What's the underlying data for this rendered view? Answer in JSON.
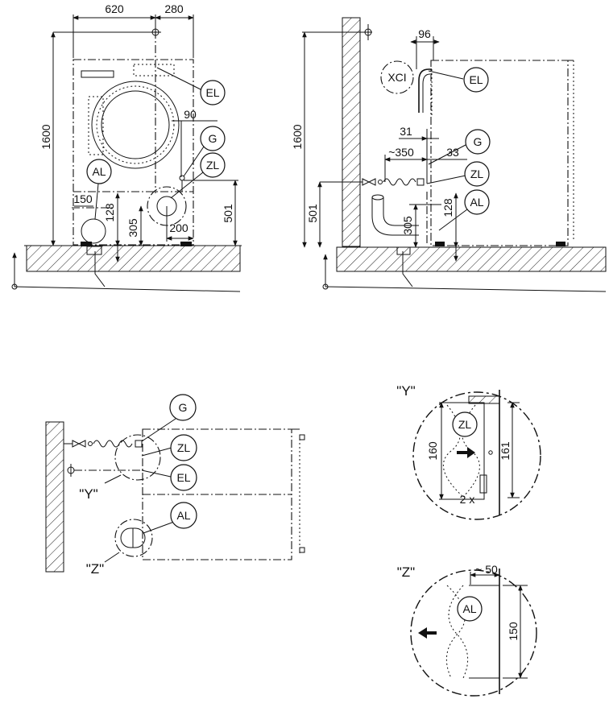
{
  "front_view": {
    "dim_width_top": "620",
    "dim_offset_top": "280",
    "dim_height": "1600",
    "dim_g_offset": "90",
    "dim_al_x": "150",
    "dim_al_h": "128",
    "dim_zl_h": "305",
    "dim_zl_x": "200",
    "dim_total_h": "501",
    "label_el": "EL",
    "label_g": "G",
    "label_zl": "ZL",
    "label_al": "AL"
  },
  "side_view": {
    "dim_96": "96",
    "dim_height": "1600",
    "dim_31": "31",
    "dim_350": "~350",
    "dim_33": "33",
    "dim_501": "501",
    "dim_305": "305",
    "dim_128": "128",
    "label_xci": "XCI",
    "label_el": "EL",
    "label_g": "G",
    "label_zl": "ZL",
    "label_al": "AL"
  },
  "top_view": {
    "label_g": "G",
    "label_zl": "ZL",
    "label_el": "EL",
    "label_al": "AL",
    "view_y": "\"Y\"",
    "view_z": "\"Z\""
  },
  "detail_y": {
    "title": "\"Y\"",
    "label_zl": "ZL",
    "dim_160": "160",
    "dim_161": "161",
    "count": "2 x"
  },
  "detail_z": {
    "title": "\"Z\"",
    "dim_50": "~ 50",
    "label_al": "AL",
    "dim_150": "150"
  }
}
